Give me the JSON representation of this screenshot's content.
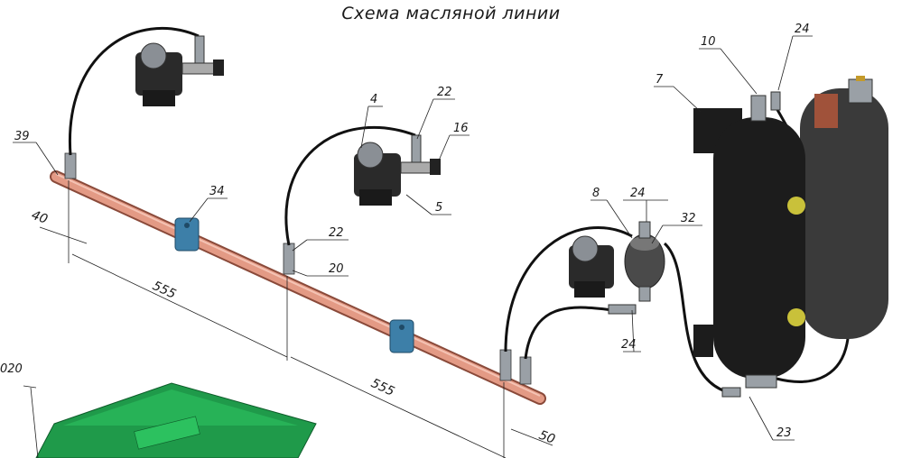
{
  "title": "Схема масляной линии",
  "callouts": {
    "c39": "39",
    "c4": "4",
    "c22a": "22",
    "c16": "16",
    "c5": "5",
    "c34": "34",
    "c22b": "22",
    "c20": "20",
    "c8": "8",
    "c24a": "24",
    "c32": "32",
    "c24b": "24",
    "c10": "10",
    "c24c": "24",
    "c7": "7",
    "c23": "23"
  },
  "dimensions": {
    "d40": "40",
    "d555a": "555",
    "d555b": "555",
    "d50": "50"
  },
  "corner_label": "020",
  "colors": {
    "pipe": "#d98a73",
    "hose": "#111111",
    "tank": "#1c1c1c",
    "tank_back": "#3a3a3a",
    "clamp": "#3d7fa8",
    "panel": "#1f9a4a",
    "copper": "#a0523a"
  }
}
